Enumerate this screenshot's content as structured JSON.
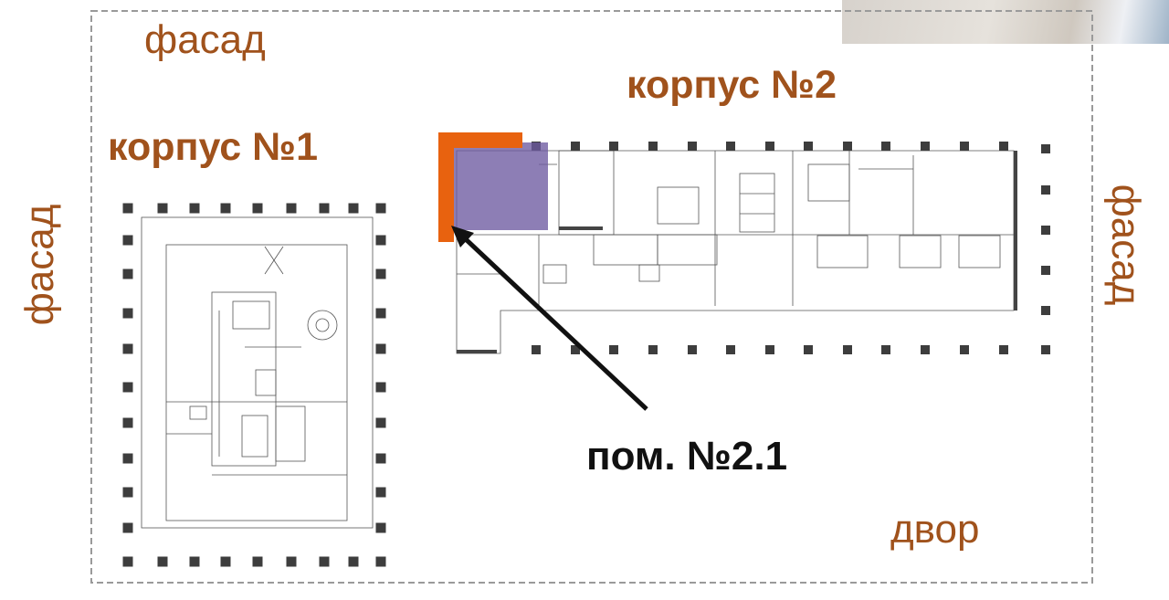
{
  "labels": {
    "facade_top": "фасад",
    "facade_left": "фасад",
    "facade_right": "фасад",
    "building_1": "корпус №1",
    "building_2": "корпус №2",
    "unit": "пом. №2.1",
    "courtyard": "двор"
  },
  "colors": {
    "label_brown": "#a0521c",
    "highlight_orange": "#e8620f",
    "highlight_purple": "#6d5aa0",
    "boundary_gray": "#9a9a9a"
  }
}
